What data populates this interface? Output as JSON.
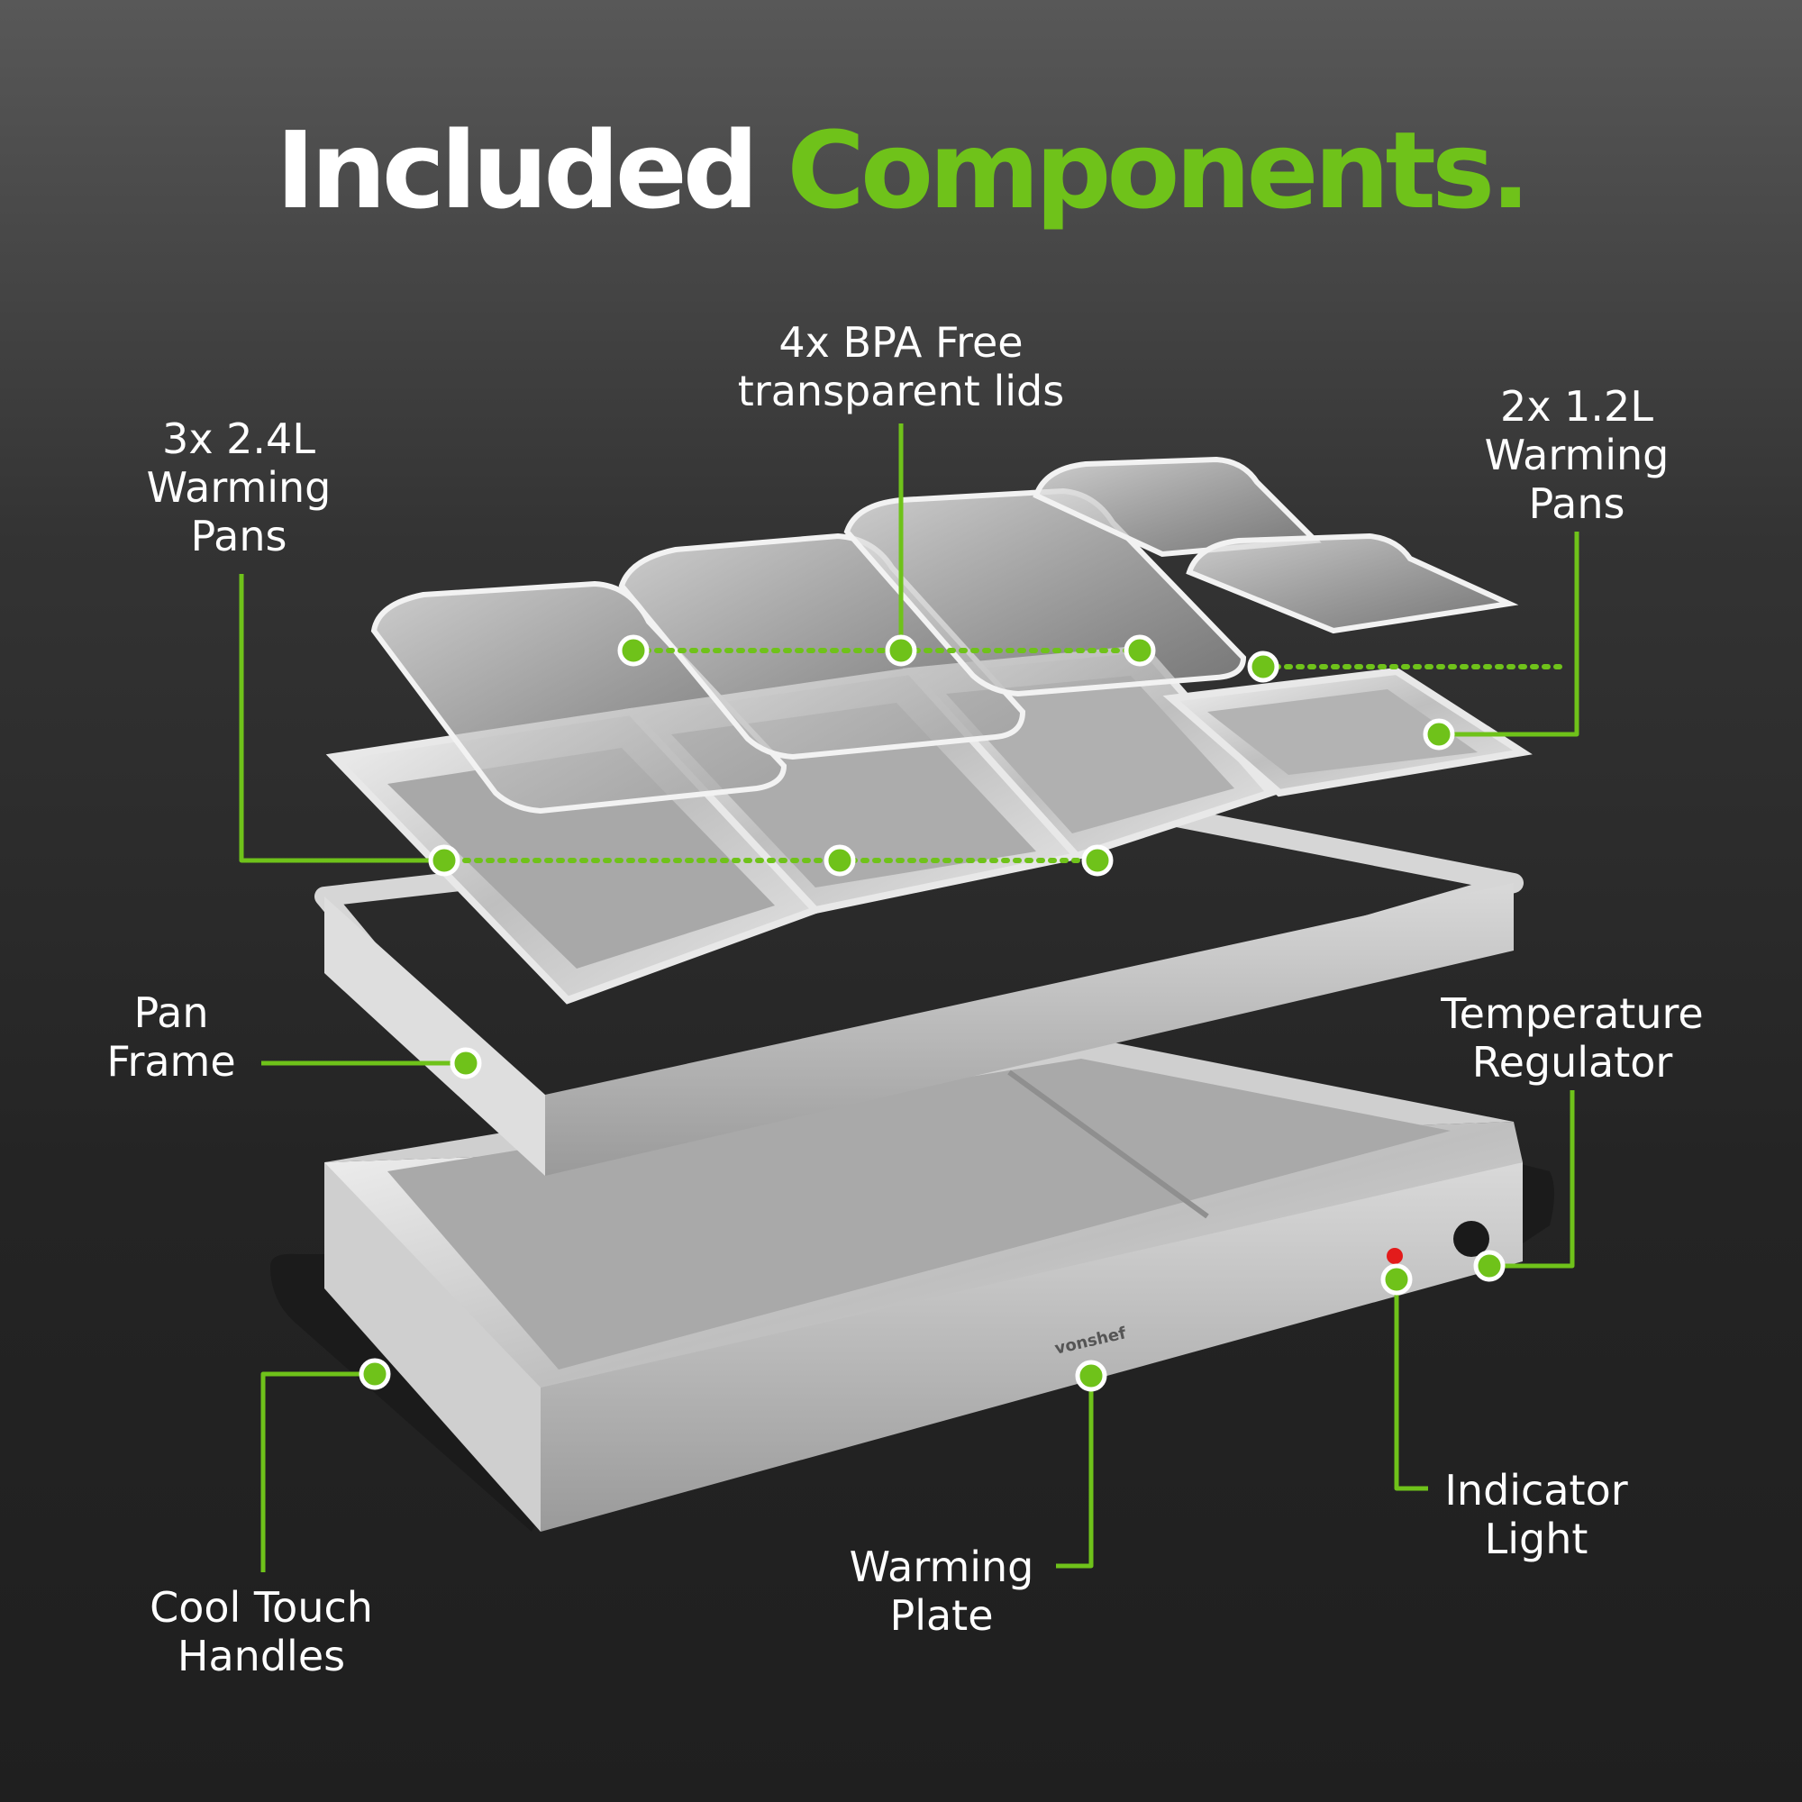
{
  "title": {
    "part1": "Included",
    "part2": "Components."
  },
  "brand": "vonshef",
  "labels": {
    "lids": "4x BPA Free\ntransparent lids",
    "large_pans": "3x 2.4L\nWarming\nPans",
    "small_pans": "2x 1.2L\nWarming\nPans",
    "pan_frame": "Pan\nFrame",
    "temp_regulator": "Temperature\nRegulator",
    "indicator_light": "Indicator\nLight",
    "warming_plate": "Warming\nPlate",
    "handles": "Cool Touch\nHandles"
  },
  "colors": {
    "accent": "#6fc21a",
    "text": "#ffffff",
    "background": "#2a2a2a"
  }
}
